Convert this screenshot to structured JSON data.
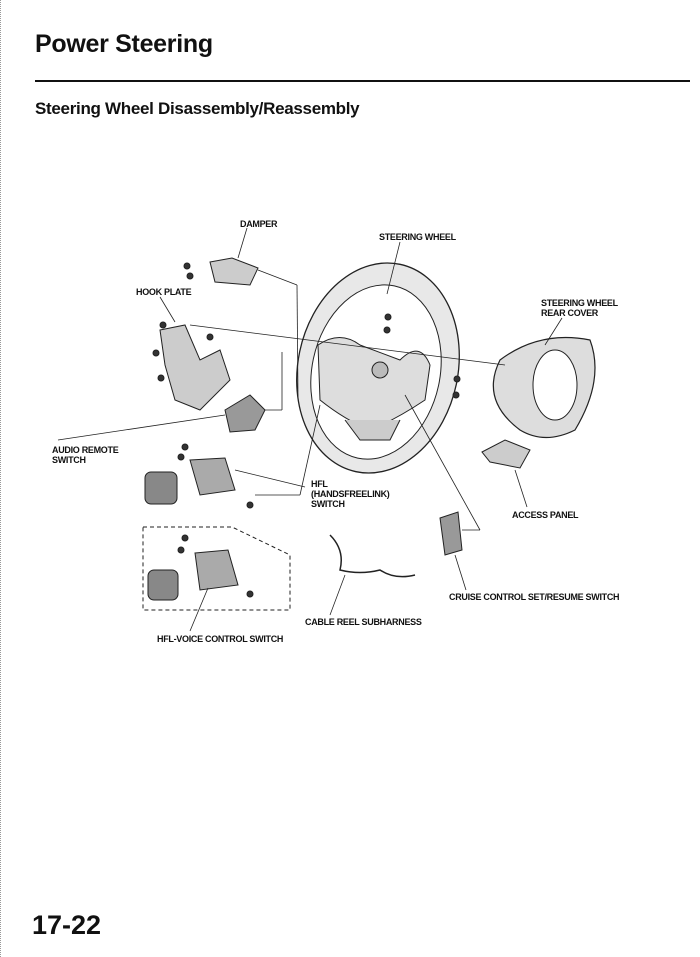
{
  "header": {
    "section_title": "Power Steering",
    "subtitle": "Steering Wheel Disassembly/Reassembly"
  },
  "diagram": {
    "labels": {
      "damper": "DAMPER",
      "steering_wheel": "STEERING WHEEL",
      "hook_plate": "HOOK PLATE",
      "rear_cover_line1": "STEERING WHEEL",
      "rear_cover_line2": "REAR COVER",
      "audio_line1": "AUDIO REMOTE",
      "audio_line2": "SWITCH",
      "hfl_line1": "HFL",
      "hfl_line2": "(HANDSFREELINK)",
      "hfl_line3": "SWITCH",
      "access_panel": "ACCESS PANEL",
      "cruise": "CRUISE CONTROL SET/RESUME SWITCH",
      "cable_reel": "CABLE REEL SUBHARNESS",
      "hfl_voice": "HFL-VOICE CONTROL SWITCH"
    }
  },
  "footer": {
    "page_number": "17-22"
  }
}
